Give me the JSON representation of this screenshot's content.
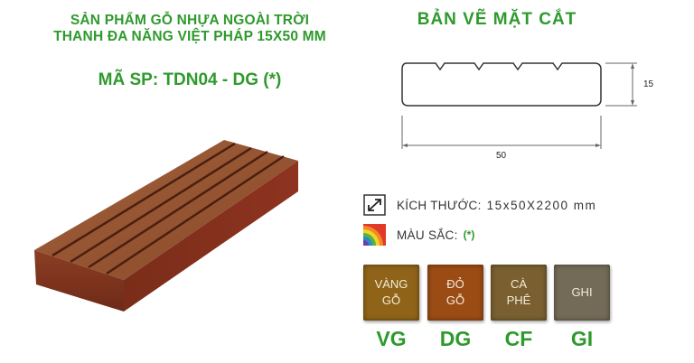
{
  "product": {
    "title_line1": "SẢN PHẨM GỖ NHỰA NGOÀI TRỜI",
    "title_line2": "THANH ĐA NĂNG VIỆT PHÁP 15X50 MM",
    "code": "MÃ SP: TDN04 - DG (*)"
  },
  "drawing": {
    "title": "BẢN VẼ MẶT CẮT",
    "height_label": "15",
    "width_label": "50"
  },
  "specs": {
    "size_label": "KÍCH THƯỚC:",
    "size_value": "15x50X2200 mm",
    "size_icon": "resize-icon",
    "color_label": "MÀU SẮC:",
    "color_value": "(*)",
    "color_icon": "rainbow-icon"
  },
  "colors": [
    {
      "line1": "VÀNG",
      "line2": "GỖ",
      "code": "VG",
      "hex": "#8f6418"
    },
    {
      "line1": "ĐỎ",
      "line2": "GỖ",
      "code": "DG",
      "hex": "#9b4c14"
    },
    {
      "line1": "CÀ",
      "line2": "PHÊ",
      "code": "CF",
      "hex": "#7a6030"
    },
    {
      "line1": "GHI",
      "line2": "",
      "code": "GI",
      "hex": "#736b57"
    }
  ],
  "theme": {
    "accent": "#2e9a2c"
  }
}
